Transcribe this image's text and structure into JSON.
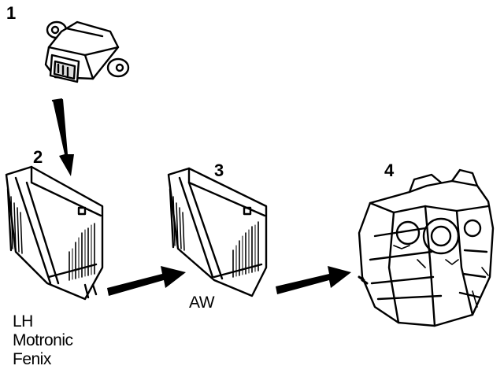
{
  "steps": [
    {
      "number": "1",
      "icon": "throttle-position-sensor-icon"
    },
    {
      "number": "2",
      "icon": "engine-control-module-icon",
      "label_lines": [
        "LH",
        "Motronic",
        "Fenix"
      ]
    },
    {
      "number": "3",
      "icon": "transmission-control-module-icon",
      "label_lines": [
        "AW"
      ]
    },
    {
      "number": "4",
      "icon": "automatic-transmission-icon"
    }
  ],
  "colors": {
    "line": "#000000",
    "background": "#ffffff"
  }
}
